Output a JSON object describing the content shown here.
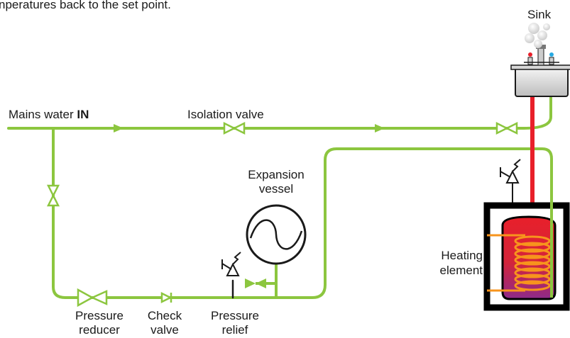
{
  "header_text": "nperatures back to the set point.",
  "labels": {
    "sink": "Sink",
    "mains_water_prefix": "Mains water ",
    "mains_water_bold": "IN",
    "isolation_valve": "Isolation valve",
    "expansion_vessel_line1": "Expansion",
    "expansion_vessel_line2": "vessel",
    "heating_element_line1": "Heating",
    "heating_element_line2": "element",
    "pressure_reducer_line1": "Pressure",
    "pressure_reducer_line2": "reducer",
    "check_valve_line1": "Check",
    "check_valve_line2": "valve",
    "pressure_relief_line1": "Pressure",
    "pressure_relief_line2": "relief"
  },
  "colors": {
    "cold_pipe": "#8cc63f",
    "hot_pipe": "#e8202a",
    "tank_top": "#e8202a",
    "tank_bottom": "#8e2a8a",
    "heating_coil": "#f7941d",
    "hot_tap_dot": "#e8202a",
    "cold_tap_dot": "#27a9e1"
  }
}
